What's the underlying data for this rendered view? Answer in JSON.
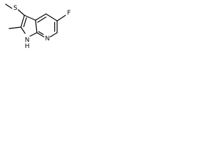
{
  "molecule": {
    "atoms": {
      "sulfur": "S",
      "fluorine": "F",
      "pyridine_nitrogen": "N",
      "nh_hydrogen": "H",
      "nh_nitrogen": "N"
    },
    "colors": {
      "bond": "#000000",
      "label": "#000000",
      "background": "#ffffff"
    }
  }
}
